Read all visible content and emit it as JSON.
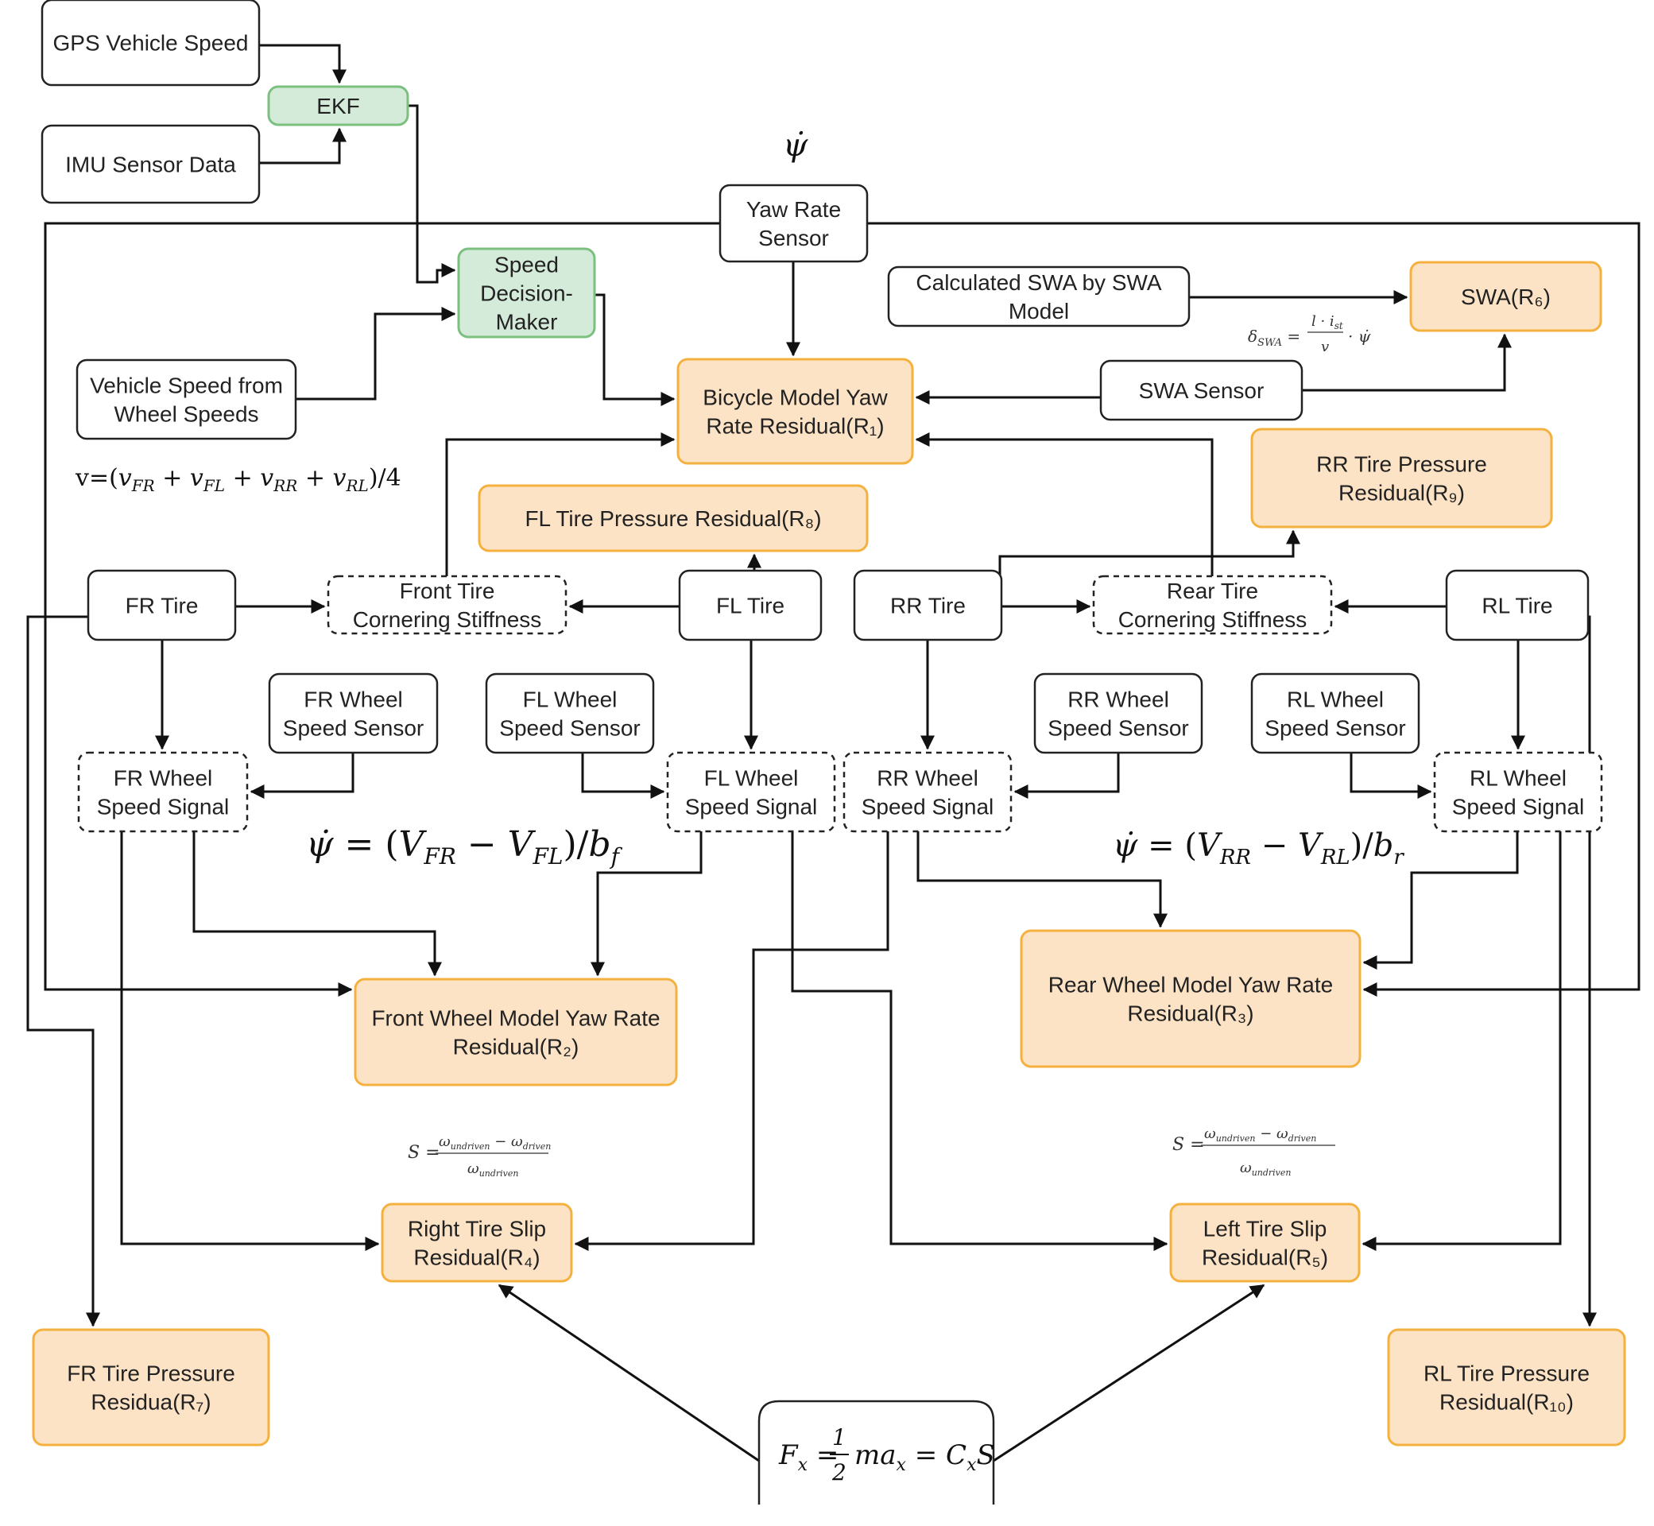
{
  "colors": {
    "result_fill": "#fde3c5",
    "result_stroke": "#f4b13f",
    "decision_fill": "#d5ebd9",
    "decision_stroke": "#7cc080",
    "plain_stroke": "#222222"
  },
  "nodes": {
    "gps": [
      "GPS Vehicle Speed"
    ],
    "ekf": [
      "EKF"
    ],
    "imu": [
      "IMU Sensor Data"
    ],
    "yaw_sensor": [
      "Yaw Rate",
      "Sensor"
    ],
    "speed_decision": [
      "Speed",
      "Decision-",
      "Maker"
    ],
    "calc_swa": [
      "Calculated SWA by SWA",
      "Model"
    ],
    "swa_r6": [
      "SWA(R₆)"
    ],
    "veh_speed_wheels": [
      "Vehicle Speed from",
      "Wheel Speeds"
    ],
    "bicycle_r1": [
      "Bicycle Model Yaw",
      "Rate Residual(R₁)"
    ],
    "swa_sensor": [
      "SWA Sensor"
    ],
    "rr_pressure_r9": [
      "RR Tire Pressure",
      "Residual(R₉)"
    ],
    "fl_pressure_r8": [
      "FL Tire Pressure Residual(R₈)"
    ],
    "fr_tire": [
      "FR Tire"
    ],
    "front_stiffness": [
      "Front Tire",
      "Cornering Stiffness"
    ],
    "fl_tire": [
      "FL Tire"
    ],
    "rr_tire": [
      "RR Tire"
    ],
    "rear_stiffness": [
      "Rear Tire",
      "Cornering Stiffness"
    ],
    "rl_tire": [
      "RL Tire"
    ],
    "fr_wss": [
      "FR Wheel",
      "Speed Sensor"
    ],
    "fl_wss": [
      "FL Wheel",
      "Speed Sensor"
    ],
    "rr_wss": [
      "RR Wheel",
      "Speed Sensor"
    ],
    "rl_wss": [
      "RL Wheel",
      "Speed Sensor"
    ],
    "fr_signal": [
      "FR Wheel",
      "Speed Signal"
    ],
    "fl_signal": [
      "FL Wheel",
      "Speed Signal"
    ],
    "rr_signal": [
      "RR Wheel",
      "Speed Signal"
    ],
    "rl_signal": [
      "RL Wheel",
      "Speed Signal"
    ],
    "front_r2": [
      "Front Wheel Model Yaw Rate",
      "Residual(R₂)"
    ],
    "rear_r3": [
      "Rear Wheel Model Yaw Rate",
      "Residual(R₃)"
    ],
    "right_slip_r4": [
      "Right Tire Slip",
      "Residual(R₄)"
    ],
    "left_slip_r5": [
      "Left Tire Slip",
      "Residual(R₅)"
    ],
    "fr_pressure_r7": [
      "FR Tire Pressure",
      "Residua(R₇)"
    ],
    "rl_pressure_r10": [
      "RL Tire Pressure",
      "Residual(R₁₀)"
    ]
  },
  "equations": {
    "psi_dot_label": "ψ̇",
    "avg_speed": "v=(v_FR + v_FL + v_RR + v_RL)/4",
    "front_yaw": "ψ̇ = (V_FR − V_FL)/b_f",
    "rear_yaw": "ψ̇ = (V_RR − V_RL)/b_r",
    "swa_model": "δ_SWA = l·i_st/v · ψ̇",
    "slip_left": "S = (ω_undriven − ω_driven)/ω_undriven",
    "slip_right": "S = (ω_undriven − ω_driven)/ω_undriven",
    "force": "F_x = ½ m a_x = C_x S"
  }
}
